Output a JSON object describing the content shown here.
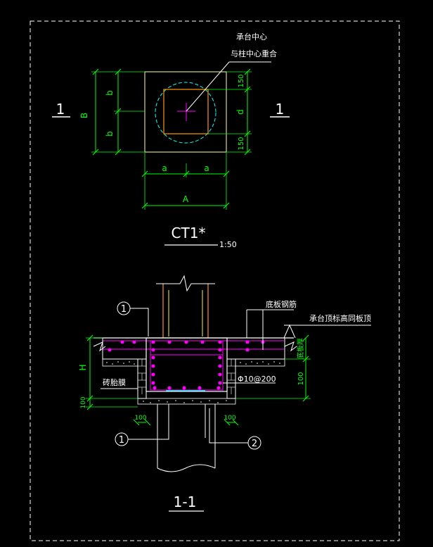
{
  "plan": {
    "callout_line1": "承台中心",
    "callout_line2": "与柱中心重合",
    "dim_b_top": "b",
    "dim_b_bottom": "b",
    "dim_B": "B",
    "dim_d": "d",
    "dim_150_top": "150",
    "dim_150_bottom": "150",
    "dim_a_left": "a",
    "dim_a_right": "a",
    "dim_A": "A",
    "section_mark_left": "1",
    "section_mark_right": "1",
    "title": "CT1*",
    "scale": "1:50"
  },
  "section": {
    "label_bottom_rebar": "底板钢筋",
    "label_cap_top_elev": "承台顶标高同板顶",
    "label_slab_thickness": "底板厚",
    "label_brick_form": "砖胎膜",
    "label_stirrup": "Φ10@200",
    "dim_H": "H",
    "dim_100_left": "100",
    "dim_100_right": "100",
    "dim_100_b1": "100",
    "dim_100_b2": "100",
    "marker_1_top": "1",
    "marker_1_bottom": "1",
    "marker_2": "2",
    "title": "1-1"
  },
  "colors": {
    "white": "#ffffff",
    "green": "#00ff00",
    "cyan": "#00ffff",
    "magenta": "#ff00ff",
    "orange": "#ff9900",
    "yellow": "#ffff00"
  }
}
